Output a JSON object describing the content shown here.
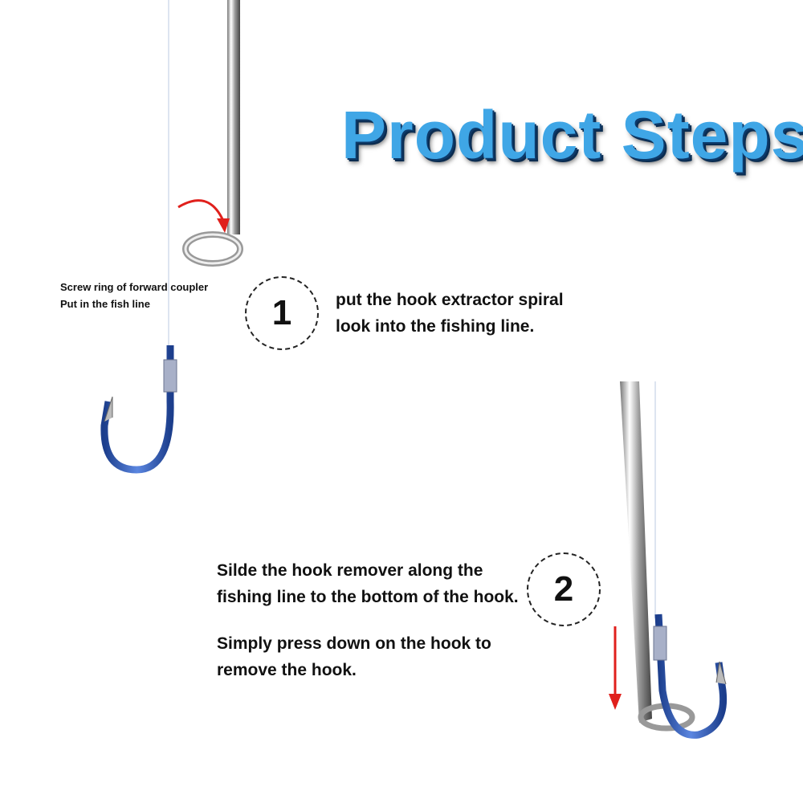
{
  "title": "Product Steps",
  "step1": {
    "number": "1",
    "note_lines": [
      "Screw ring of forward coupler",
      "Put in the fish line"
    ],
    "text_lines": [
      "put the hook extractor spiral",
      "look into the fishing line."
    ]
  },
  "step2": {
    "number": "2",
    "text_lines": [
      "Silde the hook remover along the",
      "fishing line to the bottom of the hook."
    ],
    "text2_lines": [
      "Simply press down on the hook to",
      "remove the hook."
    ]
  },
  "colors": {
    "title": "#3fa6e6",
    "arrow": "#e0201c",
    "hook": "#2a55b0"
  }
}
